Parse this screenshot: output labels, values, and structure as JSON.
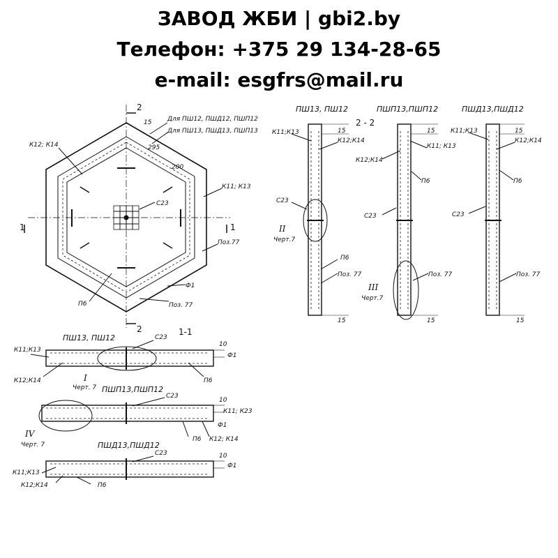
{
  "header": {
    "line1": "ЗАВОД ЖБИ | gbi2.by",
    "line2": "Телефон: +375 29 134-28-65",
    "line3": "e-mail: esgfrs@mail.ru"
  },
  "labels": {
    "hex_sec2_top": "2",
    "hex_sec2_bottom": "2",
    "hex_sec1_left": "1",
    "hex_sec1_right": "1",
    "dim15": "15",
    "dim10": "10",
    "dim295": "295",
    "dim200": "200",
    "for_psh12": "Для ПШ12, ПШД12, ПШП12",
    "for_psh13": "Для ПШ13, ПШД13, ПШП13",
    "k12k14": "К12; К14",
    "k11k13": "К11; К13",
    "k12k14b": "К12;К14",
    "k11k13b": "К11;К13",
    "k11k23": "К11; К23",
    "k11k13c": "К11; К13",
    "c23": "С23",
    "poz77": "Поз. 77",
    "poz77b": "Поз.77",
    "f1": "Ф1",
    "p6": "П6",
    "sec11": "1-1",
    "sec22": "2 - 2",
    "chert7": "Черт. 7",
    "chert7b": "Черт.7",
    "roman1": "I",
    "roman2": "II",
    "roman3": "III",
    "roman4": "IV",
    "t_psh13_psh12": "ПШ13, ПШ12",
    "t_pshp": "ПШП13,ПШП12",
    "t_pshd": "ПШД13,ПШД12",
    "t_psh13_psh12_top": "ПШ13, ПШ12",
    "t_pshp_top": "ПШП13,ПШП12",
    "t_pshd_top": "ПШД13,ПШД12"
  }
}
